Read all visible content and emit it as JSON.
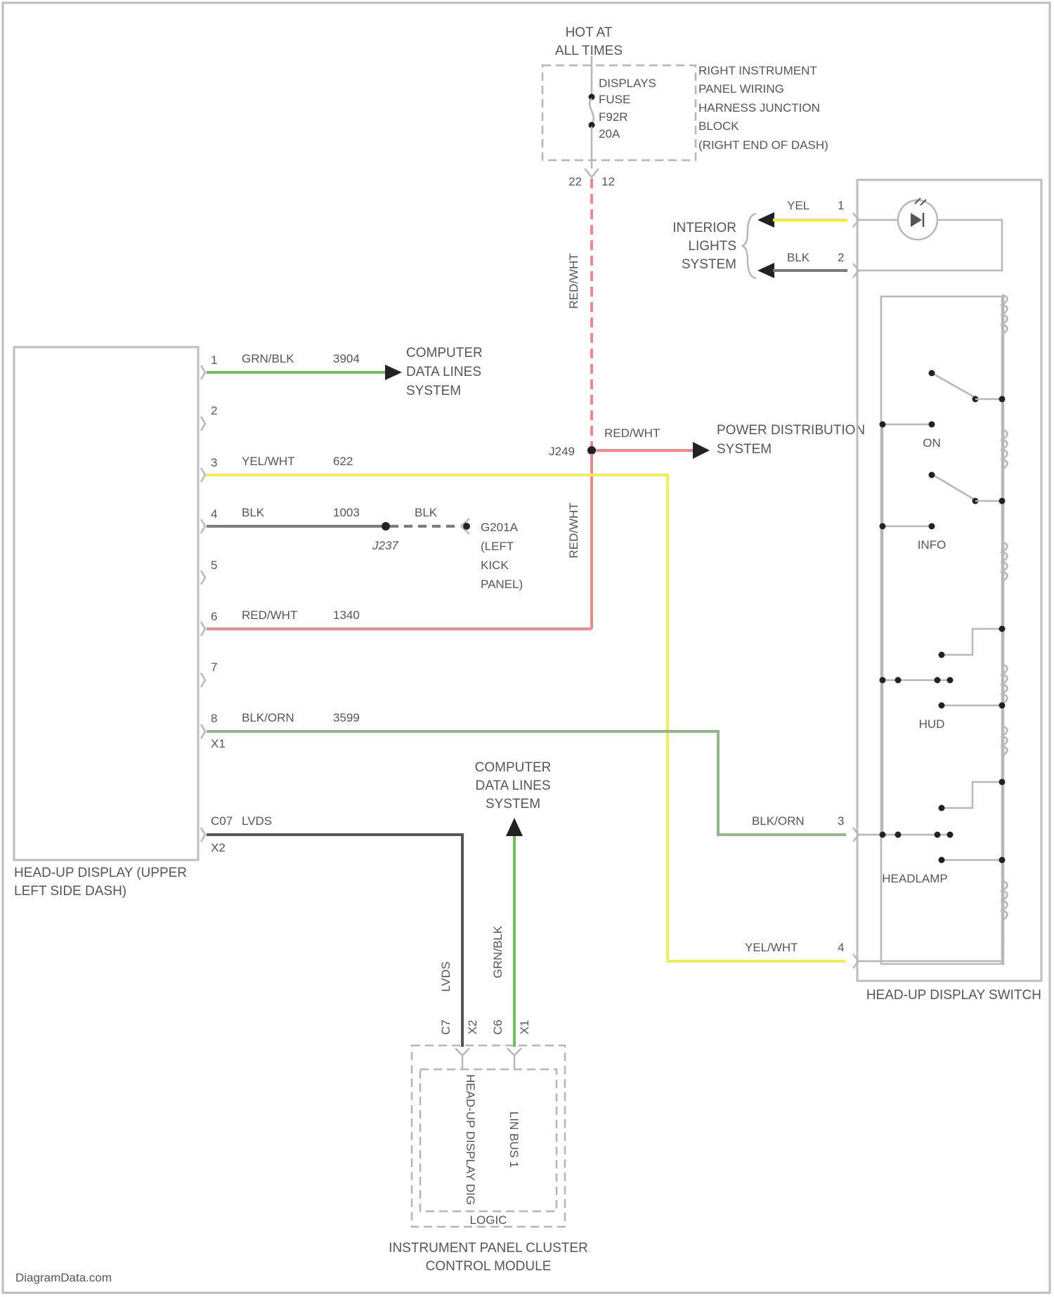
{
  "title": "",
  "watermark": "DiagramData.com",
  "colors": {
    "grn_blk": "#6fbf60",
    "yel_wht": "#f2ec5a",
    "yel": "#f2ec3a",
    "blk": "#7a7a7a",
    "red_wht": "#f08a8a",
    "blk_orn": "#8fb98a",
    "lvds": "#555555"
  },
  "fuse": {
    "hot_line1": "HOT AT",
    "hot_line2": "ALL TIMES",
    "name1": "DISPLAYS",
    "name2": "FUSE",
    "name3": "F92R",
    "rating": "20A",
    "block_label": [
      "RIGHT INSTRUMENT",
      "PANEL WIRING",
      "HARNESS JUNCTION",
      "BLOCK",
      "(RIGHT END OF DASH)"
    ],
    "conn_left": "22",
    "conn_right": "12",
    "vwire_label": "RED/WHT"
  },
  "hud": {
    "label_line1": "HEAD-UP DISPLAY (UPPER",
    "label_line2": "LEFT SIDE DASH)",
    "pins": [
      {
        "n": "1",
        "color": "GRN/BLK",
        "circuit": "3904"
      },
      {
        "n": "2",
        "color": "",
        "circuit": ""
      },
      {
        "n": "3",
        "color": "YEL/WHT",
        "circuit": "622"
      },
      {
        "n": "4",
        "color": "BLK",
        "circuit": "1003"
      },
      {
        "n": "5",
        "color": "",
        "circuit": ""
      },
      {
        "n": "6",
        "color": "RED/WHT",
        "circuit": "1340"
      },
      {
        "n": "7",
        "color": "",
        "circuit": ""
      },
      {
        "n": "8",
        "color": "BLK/ORN",
        "circuit": "3599"
      }
    ],
    "pin8_conn": "X1",
    "pin_lvds_n": "C07",
    "pin_lvds_label": "LVDS",
    "pin_lvds_conn": "X2"
  },
  "cdl_top": [
    "COMPUTER",
    "DATA LINES",
    "SYSTEM"
  ],
  "cdl_bottom": [
    "COMPUTER",
    "DATA LINES",
    "SYSTEM"
  ],
  "splice": {
    "name": "J249",
    "wire_label": "RED/WHT",
    "dest": [
      "POWER DISTRIBUTION",
      "SYSTEM"
    ],
    "lower_vlabel": "RED/WHT"
  },
  "ground": {
    "splice": "J237",
    "wire_label": "BLK",
    "name": [
      "G201A",
      "(LEFT",
      "KICK",
      "PANEL)"
    ]
  },
  "interior": {
    "label": [
      "INTERIOR",
      "LIGHTS",
      "SYSTEM"
    ],
    "wire1": "YEL",
    "pin1": "1",
    "wire2": "BLK",
    "pin2": "2"
  },
  "switch": {
    "label": "HEAD-UP DISPLAY SWITCH",
    "on": "ON",
    "info": "INFO",
    "hud": "HUD",
    "headlamp": "HEADLAMP",
    "pin3": "3",
    "pin3_wire": "BLK/ORN",
    "pin4": "4",
    "pin4_wire": "YEL/WHT"
  },
  "ipc": {
    "label_line1": "INSTRUMENT PANEL CLUSTER",
    "label_line2": "CONTROL MODULE",
    "logic": "LOGIC",
    "sub1": "HEAD-UP DISPLAY DIG",
    "sub2": "LIN BUS 1",
    "pin_left_n": "C7",
    "pin_left_c": "X2",
    "pin_right_n": "C6",
    "pin_right_c": "X1",
    "wire_left": "LVDS",
    "wire_right": "GRN/BLK"
  }
}
